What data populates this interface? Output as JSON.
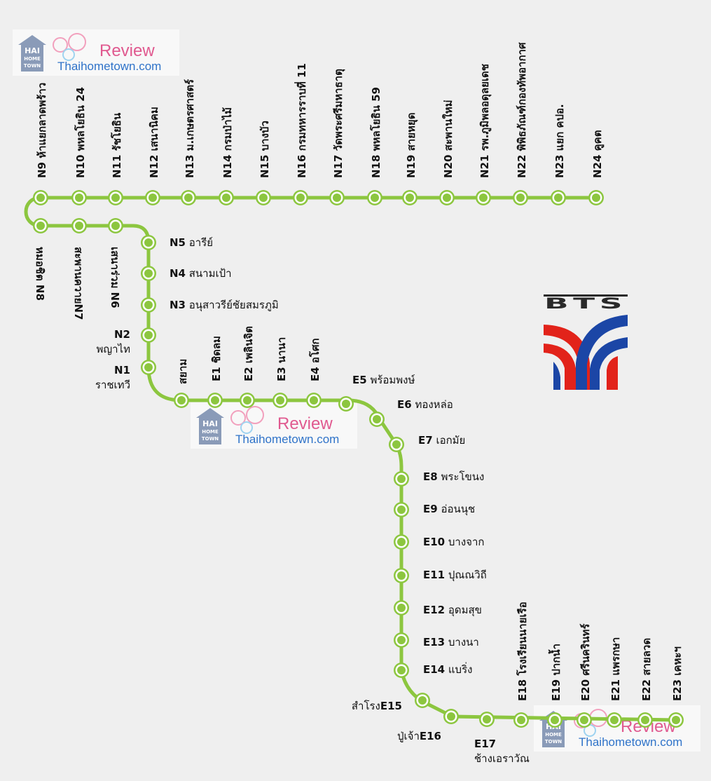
{
  "colors": {
    "line": "#8cc63f",
    "station_outer": "#8cc63f",
    "station_ring": "#ffffff",
    "station_inner": "#8cc63f",
    "background": "#efefef",
    "logo_red": "#e2231a",
    "logo_blue": "#1b46a6",
    "watermark_blue": "#2f73c9",
    "watermark_pink": "#e0598f"
  },
  "logo": {
    "text": "BTS"
  },
  "watermark": {
    "brand": "Review",
    "url": "Thaihometown.com",
    "badge": [
      "HAI",
      "HOME",
      "TOWN"
    ]
  },
  "stations": [
    {
      "id": "N24",
      "label": "N24 คูคต"
    },
    {
      "id": "N23",
      "label": "N23 แยก คปอ."
    },
    {
      "id": "N22",
      "label": "N22 พิพิธภัณฑ์กองทัพอากาศ"
    },
    {
      "id": "N21",
      "label": "N21 รพ.ภูมิพลอดุลยเดช"
    },
    {
      "id": "N20",
      "label": "N20 สะพานใหม่"
    },
    {
      "id": "N19",
      "label": "N19 สายหยุด"
    },
    {
      "id": "N18",
      "label": "N18 พหลโยธิน 59"
    },
    {
      "id": "N17",
      "label": "N17 วัดพระศรีมหาธาตุ"
    },
    {
      "id": "N16",
      "label": "N16 กรมทหารราบที่ 11"
    },
    {
      "id": "N15",
      "label": "N15 บางบัว"
    },
    {
      "id": "N14",
      "label": "N14 กรมป่าไม้"
    },
    {
      "id": "N13",
      "label": "N13 ม.เกษตรศาสตร์"
    },
    {
      "id": "N12",
      "label": "N12 เสนานิคม"
    },
    {
      "id": "N11",
      "label": "N11 รัชโยธิน"
    },
    {
      "id": "N10",
      "label": "N10 พหลโยธิน 24"
    },
    {
      "id": "N9",
      "label": "N9 ห้าแยกลาดพร้าว"
    },
    {
      "id": "N8",
      "label": "หมอชิต N8"
    },
    {
      "id": "N7",
      "label": "สะพานควายN7"
    },
    {
      "id": "N6",
      "label": "เสนาร่วม N6"
    },
    {
      "id": "N5",
      "code": "N5",
      "name": "อารีย์"
    },
    {
      "id": "N4",
      "code": "N4",
      "name": "สนามเป้า"
    },
    {
      "id": "N3",
      "code": "N3",
      "name": "อนุสาวรีย์ชัยสมรภูมิ"
    },
    {
      "id": "N2",
      "code": "N2",
      "name": "พญาไท"
    },
    {
      "id": "N1",
      "code": "N1",
      "name": "ราชเทวี"
    },
    {
      "id": "CEN",
      "label": "สยาม"
    },
    {
      "id": "E1",
      "label": "E1 ชิดลม"
    },
    {
      "id": "E2",
      "label": "E2 เพลินจิต"
    },
    {
      "id": "E3",
      "label": "E3 นานา"
    },
    {
      "id": "E4",
      "label": "E4 อโศก"
    },
    {
      "id": "E5",
      "code": "E5",
      "name": "พร้อมพงษ์"
    },
    {
      "id": "E6",
      "code": "E6",
      "name": "ทองหล่อ"
    },
    {
      "id": "E7",
      "code": "E7",
      "name": "เอกมัย"
    },
    {
      "id": "E8",
      "code": "E8",
      "name": "พระโขนง"
    },
    {
      "id": "E9",
      "code": "E9",
      "name": "อ่อนนุช"
    },
    {
      "id": "E10",
      "code": "E10",
      "name": "บางจาก"
    },
    {
      "id": "E11",
      "code": "E11",
      "name": "ปุณณวิถี"
    },
    {
      "id": "E12",
      "code": "E12",
      "name": "อุดมสุข"
    },
    {
      "id": "E13",
      "code": "E13",
      "name": "บางนา"
    },
    {
      "id": "E14",
      "code": "E14",
      "name": "แบริ่ง"
    },
    {
      "id": "E15",
      "code": "E15",
      "name": "สำโรง"
    },
    {
      "id": "E16",
      "code": "E16",
      "name": "ปู่เจ้า"
    },
    {
      "id": "E17",
      "code": "E17",
      "name": "ช้างเอราวัณ"
    },
    {
      "id": "E18",
      "label": "E18 โรงเรียนนายเรือ"
    },
    {
      "id": "E19",
      "label": "E19 ปากน้ำ"
    },
    {
      "id": "E20",
      "label": "E20 ศรีนครินทร์"
    },
    {
      "id": "E21",
      "label": "E21 แพรกษา"
    },
    {
      "id": "E22",
      "label": "E22 สายลวด"
    },
    {
      "id": "E23",
      "label": "E23 เคหะฯ"
    }
  ]
}
